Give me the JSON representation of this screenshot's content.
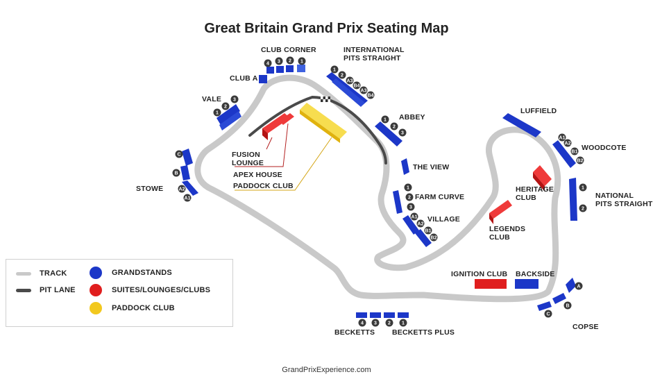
{
  "title": "Great Britain Grand Prix Seating Map",
  "footer": "GrandPrixExperience.com",
  "colors": {
    "grandstand": "#1c37c8",
    "suite": "#e01e1e",
    "paddock": "#f2c81e",
    "track": "#c9c9c9",
    "pit_lane": "#4a4a4a"
  },
  "legend": {
    "track": "TRACK",
    "pit_lane": "PIT LANE",
    "grandstands": "GRANDSTANDS",
    "suites": "SUITES/LOUNGES/CLUBS",
    "paddock": "PADDOCK CLUB"
  },
  "labels": {
    "club_corner": "CLUB CORNER",
    "international_1": "INTERNATIONAL",
    "international_2": "PITS STRAIGHT",
    "club_a": "CLUB A",
    "vale": "VALE",
    "abbey": "ABBEY",
    "luffield": "LUFFIELD",
    "woodcote": "WOODCOTE",
    "the_view": "THE VIEW",
    "stowe": "STOWE",
    "farm_curve": "FARM CURVE",
    "village": "VILLAGE",
    "heritage_1": "HERITAGE",
    "heritage_2": "CLUB",
    "national_1": "NATIONAL",
    "national_2": "PITS STRAIGHT",
    "legends_1": "LEGENDS",
    "legends_2": "CLUB",
    "fusion_1": "FUSION",
    "fusion_2": "LOUNGE",
    "apex": "APEX HOUSE",
    "paddock_club": "PADDOCK CLUB",
    "ignition": "IGNITION CLUB",
    "backside": "BACKSIDE",
    "becketts": "BECKETTS",
    "becketts_plus": "BECKETTS PLUS",
    "copse": "COPSE"
  },
  "badges": {
    "club_corner": [
      "4",
      "3",
      "2",
      "1"
    ],
    "international": [
      "1",
      "2",
      "A3",
      "B4",
      "A3",
      "B4"
    ],
    "vale": [
      "1",
      "2",
      "3"
    ],
    "abbey": [
      "1",
      "2",
      "3"
    ],
    "woodcote": [
      "A1",
      "A2",
      "B1",
      "B2"
    ],
    "stowe": [
      "C",
      "B",
      "A2",
      "A1"
    ],
    "farm_curve": [
      "1",
      "2",
      "3"
    ],
    "village": [
      "A1",
      "A2",
      "B1",
      "B2"
    ],
    "national": [
      "1",
      "2"
    ],
    "becketts": [
      "4",
      "3",
      "2",
      "1"
    ],
    "copse": [
      "A",
      "B",
      "C"
    ]
  }
}
